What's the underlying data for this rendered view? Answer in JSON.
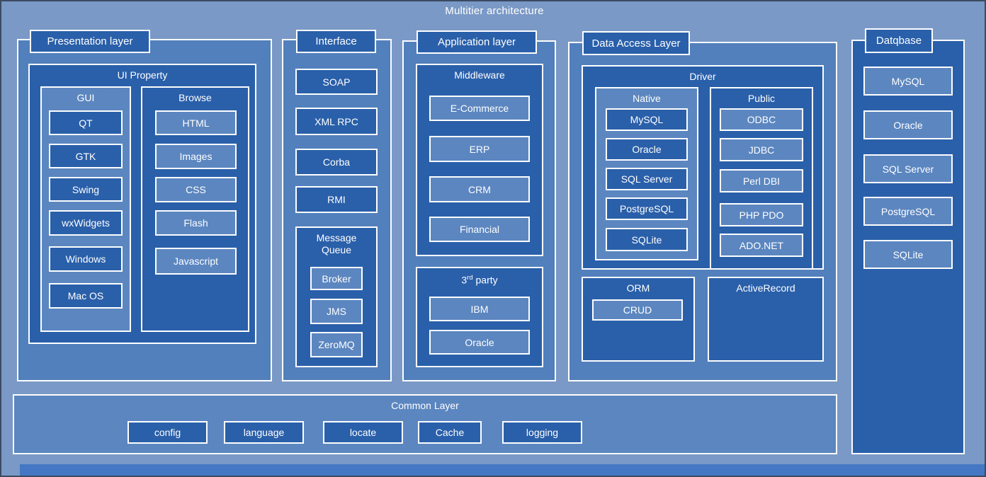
{
  "diagram": {
    "title": "Multitier architecture"
  },
  "layers": {
    "presentation": {
      "caption": "Presentation layer",
      "ui_property": {
        "title": "UI Property",
        "groups": [
          {
            "title": "GUI",
            "items": [
              "QT",
              "GTK",
              "Swing",
              "wxWidgets",
              "Windows",
              "Mac OS"
            ]
          },
          {
            "title": "Browse",
            "items": [
              "HTML",
              "Images",
              "CSS",
              "Flash",
              "Javascript"
            ]
          }
        ]
      }
    },
    "interface": {
      "caption": "Interface",
      "items": [
        "SOAP",
        "XML RPC",
        "Corba",
        "RMI"
      ],
      "message_queue": {
        "title_line1": "Message",
        "title_line2": "Queue",
        "items": [
          "Broker",
          "JMS",
          "ZeroMQ"
        ]
      }
    },
    "application": {
      "caption": "Application layer",
      "middleware": {
        "title": "Middleware",
        "items": [
          "E-Commerce",
          "ERP",
          "CRM",
          "Financial"
        ]
      },
      "third_party": {
        "title_prefix": "3",
        "title_sup": "rd",
        "title_suffix": " party",
        "items": [
          "IBM",
          "Oracle"
        ]
      }
    },
    "data_access": {
      "caption": "Data Access Layer",
      "driver": {
        "title": "Driver",
        "groups": [
          {
            "title": "Native",
            "items": [
              "MySQL",
              "Oracle",
              "SQL Server",
              "PostgreSQL",
              "SQLite"
            ]
          },
          {
            "title": "Public",
            "items": [
              "ODBC",
              "JDBC",
              "Perl DBI",
              "PHP PDO",
              "ADO.NET"
            ]
          }
        ]
      },
      "orm": {
        "title": "ORM",
        "items": [
          "CRUD"
        ]
      },
      "active_record": {
        "title": "ActiveRecord",
        "items": []
      }
    },
    "database": {
      "caption": "Datqbase",
      "items": [
        "MySQL",
        "Oracle",
        "SQL Server",
        "PostgreSQL",
        "SQLite"
      ]
    },
    "common": {
      "title": "Common Layer",
      "items": [
        "config",
        "language",
        "locate",
        "Cache",
        "logging"
      ]
    }
  },
  "colors": {
    "canvas_background": "#7a99c6",
    "layer_fill": "#5280bd",
    "layer_fill_dark": "#2a5faa",
    "group_light": "#5b86c0",
    "group_dark": "#2a5faa",
    "border": "#ffffff",
    "text": "#ffffff",
    "outer_frame": "#3a4a60",
    "bottom_band": "#4478c4"
  }
}
